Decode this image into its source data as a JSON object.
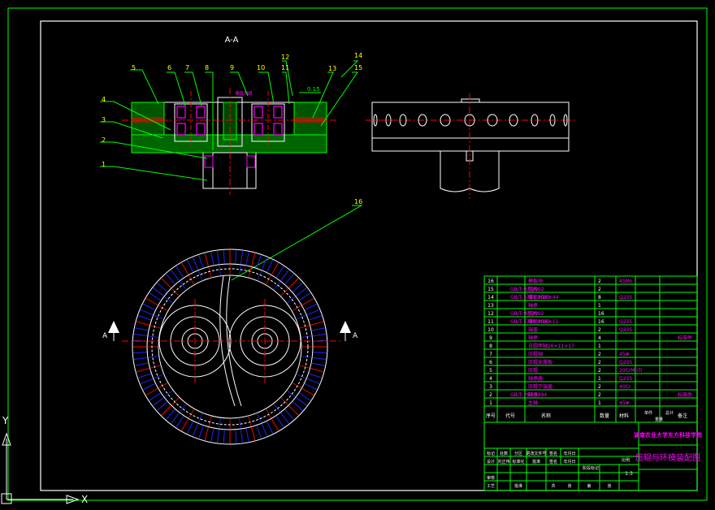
{
  "drawing": {
    "section_label": "A-A",
    "section_marker_letter": "A",
    "callouts": [
      "1",
      "2",
      "3",
      "4",
      "5",
      "6",
      "7",
      "8",
      "9",
      "10",
      "11",
      "12",
      "13",
      "14",
      "15",
      "16"
    ],
    "tolerance_note": "0.15",
    "dimension_note": "Φ8/h8"
  },
  "axes": {
    "x_label": "X",
    "y_label": "Y"
  },
  "bom": {
    "rows": [
      {
        "no": "16",
        "std": "",
        "name": "模板块",
        "qty": "2",
        "mat": "45Mn",
        "note": ""
      },
      {
        "no": "15",
        "std": "GB/T 93-2002",
        "name": "垫片",
        "qty": "2",
        "mat": "",
        "note": ""
      },
      {
        "no": "14",
        "std": "GB/T 5783-2000",
        "name": "螺栓M10×44",
        "qty": "8",
        "mat": "Q235",
        "note": ""
      },
      {
        "no": "13",
        "std": "",
        "name": "轴承",
        "qty": "1",
        "mat": "",
        "note": ""
      },
      {
        "no": "12",
        "std": "GB/T 93-2002",
        "name": "垫片",
        "qty": "16",
        "mat": "",
        "note": ""
      },
      {
        "no": "11",
        "std": "GB/T 5780-2000",
        "name": "螺栓M16×11",
        "qty": "16",
        "mat": "Q235",
        "note": ""
      },
      {
        "no": "10",
        "std": "",
        "name": "端盖",
        "qty": "2",
        "mat": "Q235",
        "note": ""
      },
      {
        "no": "9",
        "std": "",
        "name": "轴承",
        "qty": "4",
        "mat": "",
        "note": "标准件"
      },
      {
        "no": "8",
        "std": "",
        "name": "日圆甲轴16×11×17",
        "qty": "1",
        "mat": "",
        "note": ""
      },
      {
        "no": "7",
        "std": "",
        "name": "压辊轴",
        "qty": "2",
        "mat": "45#",
        "note": ""
      },
      {
        "no": "6",
        "std": "",
        "name": "压辊支撑板",
        "qty": "2",
        "mat": "Q235",
        "note": ""
      },
      {
        "no": "5",
        "std": "",
        "name": "压辊",
        "qty": "2",
        "mat": "20CrMnTi",
        "note": ""
      },
      {
        "no": "4",
        "std": "",
        "name": "轴承座",
        "qty": "1",
        "mat": "Q235",
        "note": ""
      },
      {
        "no": "3",
        "std": "",
        "name": "压辊下端盖",
        "qty": "2",
        "mat": "40Cr",
        "note": ""
      },
      {
        "no": "2",
        "std": "GB/T 297-1994",
        "name": "轴承",
        "qty": "2",
        "mat": "",
        "note": "标准件"
      },
      {
        "no": "1",
        "std": "",
        "name": "主轴",
        "qty": "1",
        "mat": "45#",
        "note": ""
      }
    ],
    "header": {
      "no": "序号",
      "std": "代号",
      "name": "名称",
      "qty": "数量",
      "mat": "材料",
      "note": "备注"
    },
    "header_extra": {
      "single": "单件",
      "total": "总计",
      "weight": "重量"
    }
  },
  "title_block": {
    "school": "湖南农业大学东方科技学院",
    "drawing_title": "压辊与环模装配图",
    "scale_label": "比例",
    "scale": "1:3",
    "rows": [
      [
        "标记",
        "处数",
        "分区",
        "更改文件号",
        "签名",
        "年月日"
      ],
      [
        "设计",
        "刘正伟",
        "标准化",
        "批准",
        "签名",
        "年月日"
      ],
      [
        "审核",
        "",
        "",
        "",
        ""
      ],
      [
        "工艺",
        "",
        "批准",
        "",
        "共",
        "张",
        "第",
        "张"
      ]
    ],
    "stage_label": "阶段标记",
    "weight_label": "重量"
  },
  "colors": {
    "frame": "#00ff00",
    "text": "#ffffff",
    "callout": "#ffff00",
    "magenta": "#ff00ff",
    "red": "#ff0000",
    "blue": "#0000ff",
    "cyan": "#00ffff"
  }
}
